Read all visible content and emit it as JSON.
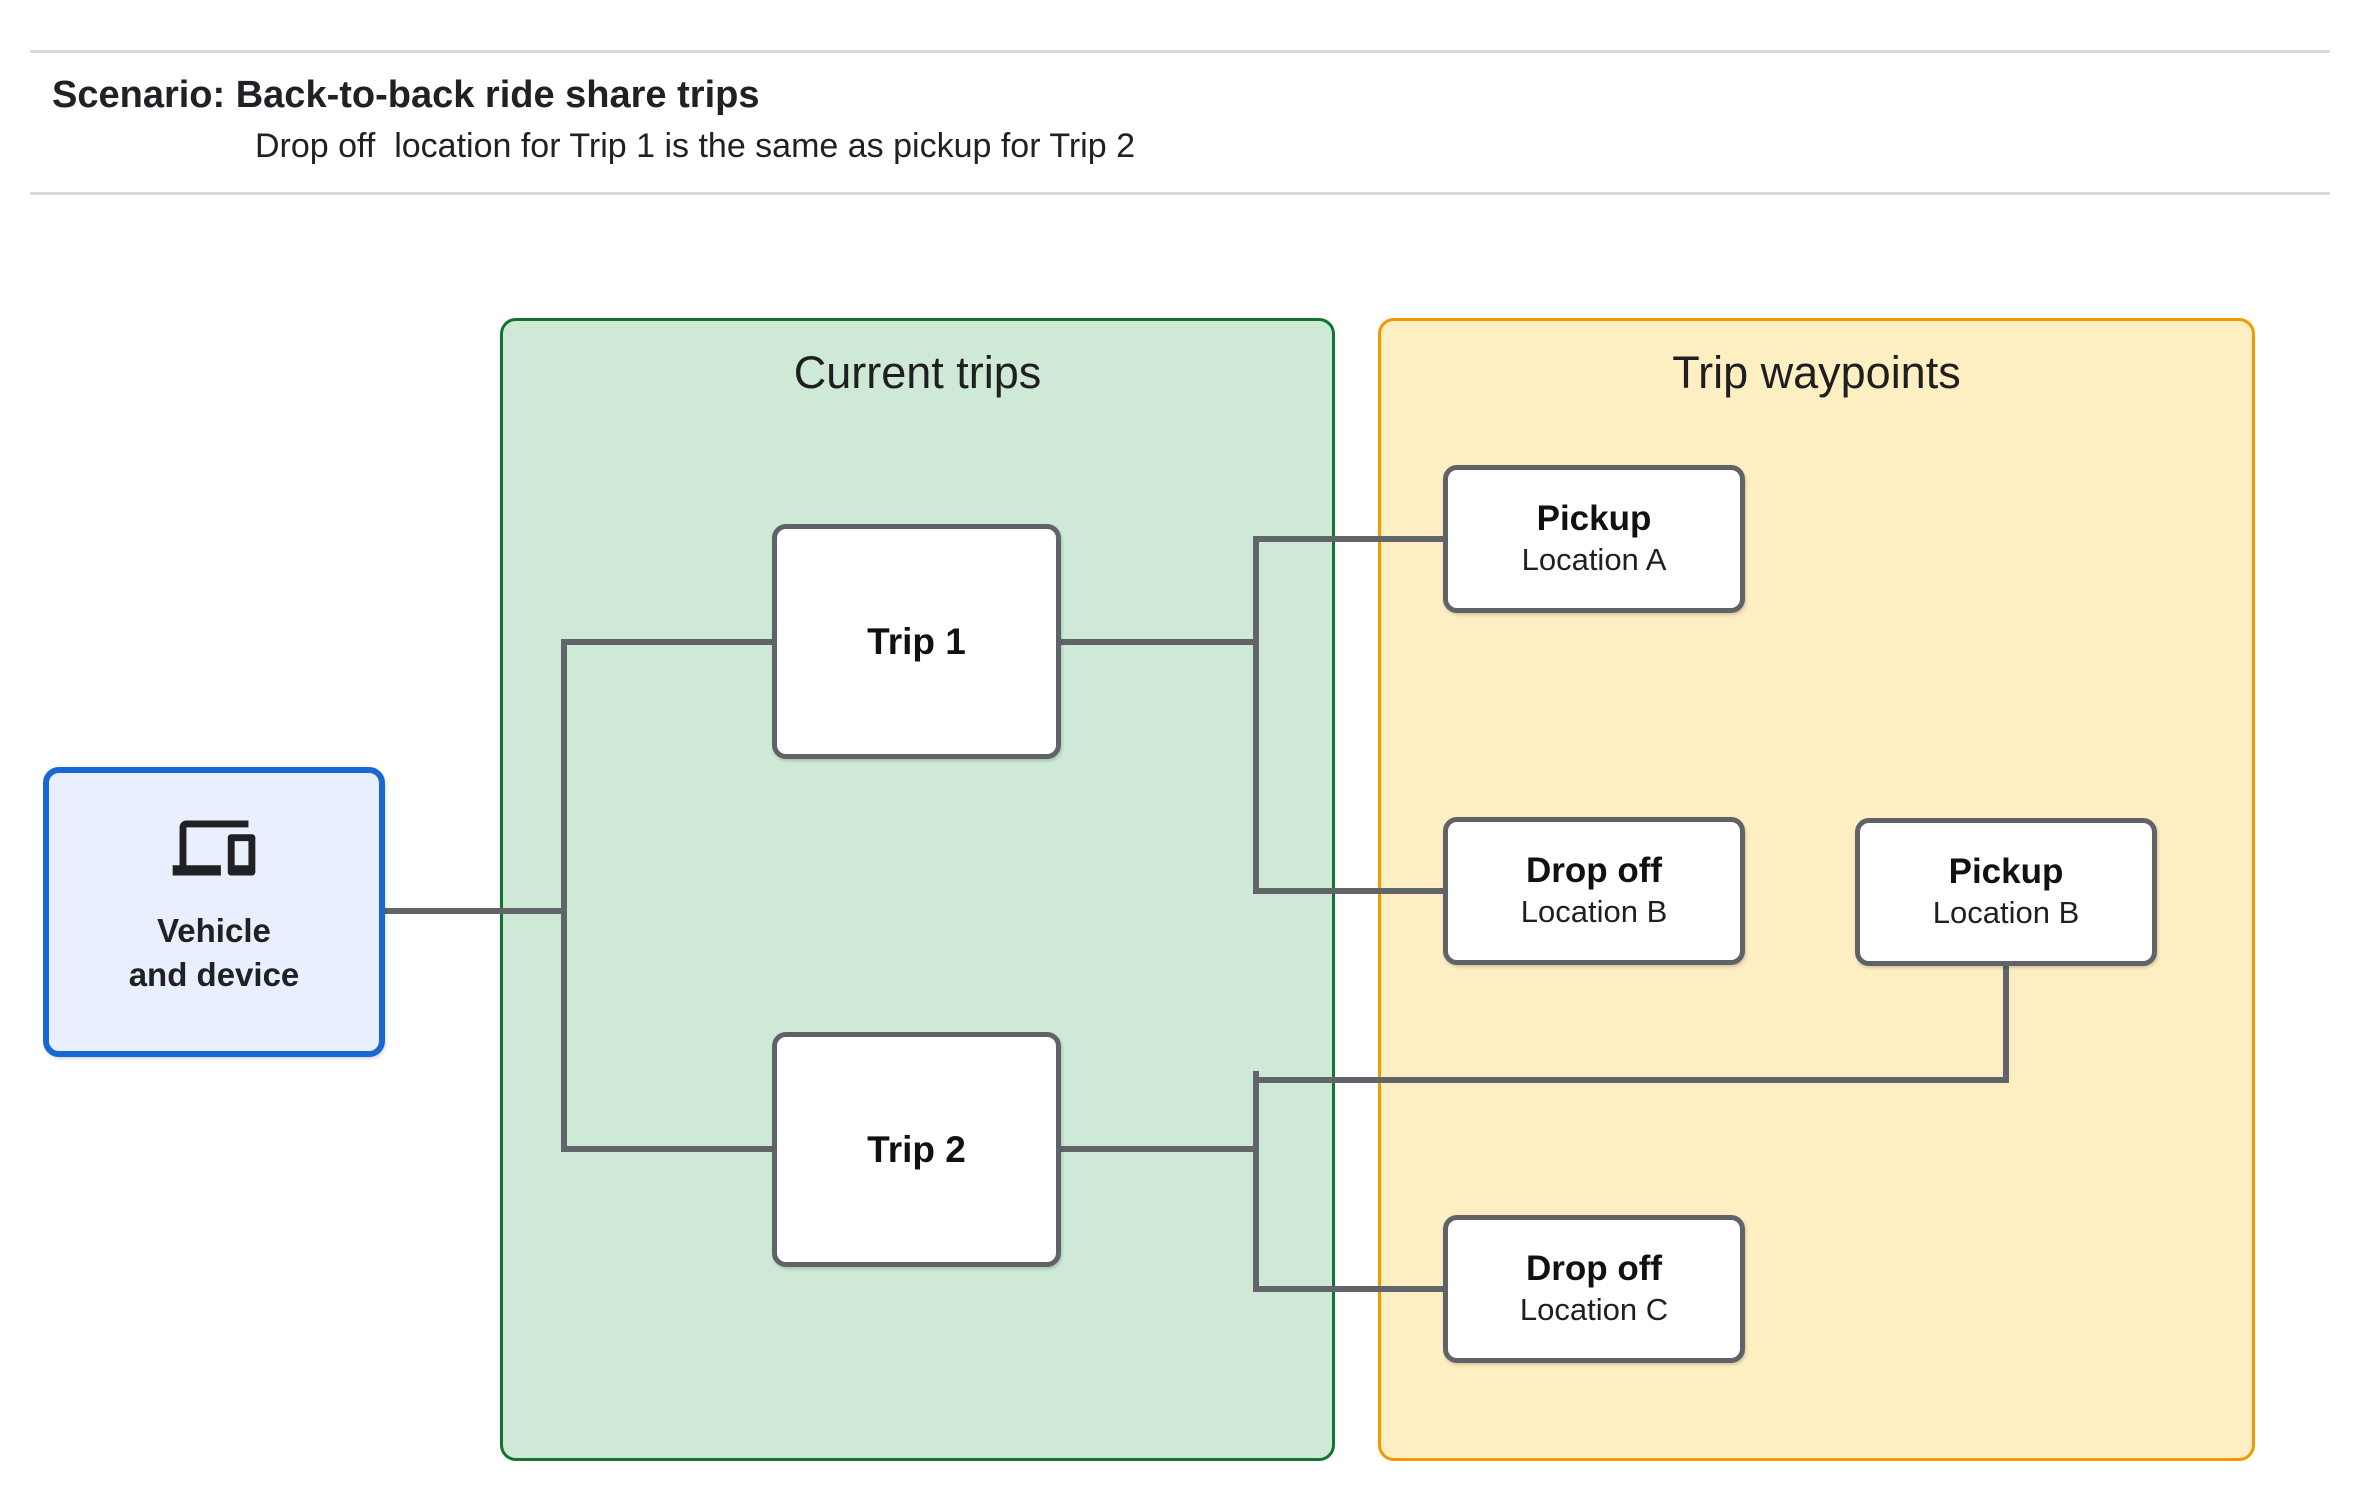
{
  "header": {
    "title": "Scenario: Back-to-back ride share trips",
    "subtitle": "Drop off  location for Trip 1 is the same as pickup for Trip 2"
  },
  "vehicle": {
    "icon": "devices-icon",
    "label_line1": "Vehicle",
    "label_line2": "and device"
  },
  "panels": {
    "current_trips": {
      "title": "Current trips"
    },
    "trip_waypoints": {
      "title": "Trip waypoints"
    }
  },
  "trips": [
    {
      "label": "Trip 1"
    },
    {
      "label": "Trip 2"
    }
  ],
  "waypoints": [
    {
      "title": "Pickup",
      "subtitle": "Location A"
    },
    {
      "title": "Drop off",
      "subtitle": "Location B"
    },
    {
      "title": "Pickup",
      "subtitle": "Location B"
    },
    {
      "title": "Drop off",
      "subtitle": "Location C"
    }
  ],
  "colors": {
    "current_trips_fill": "#CEEAD6",
    "current_trips_border": "#137333",
    "trip_waypoints_fill": "#FEEFC3",
    "trip_waypoints_border": "#F29900",
    "vehicle_fill": "#E8F0FE",
    "vehicle_border": "#1967D2",
    "node_border": "#5F6368",
    "connector": "#616569",
    "text": "#202124"
  }
}
